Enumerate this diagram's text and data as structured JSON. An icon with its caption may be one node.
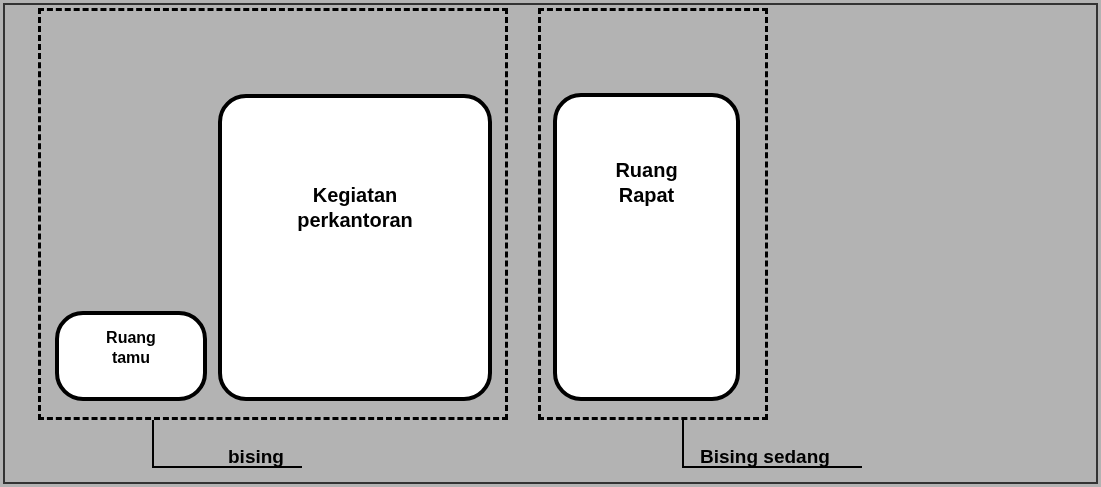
{
  "diagram": {
    "nodes": [
      {
        "text": [],
        "shape": "box"
      },
      {
        "text": [
          "Ruang tamu"
        ],
        "in": 0
      },
      {
        "text": [
          "Kegiatan perkantoran"
        ],
        "in": 0
      },
      {
        "text": [],
        "shape": "box"
      },
      {
        "text": [
          "Ruang Rapat"
        ],
        "in": 3
      },
      {
        "text": [
          "bising"
        ]
      },
      {
        "text": [
          "Bising sedang"
        ]
      }
    ],
    "edges": [
      {
        "from": 5,
        "to": 0,
        "arrow": "none"
      },
      {
        "from": 6,
        "to": 3,
        "arrow": "none"
      }
    ]
  }
}
